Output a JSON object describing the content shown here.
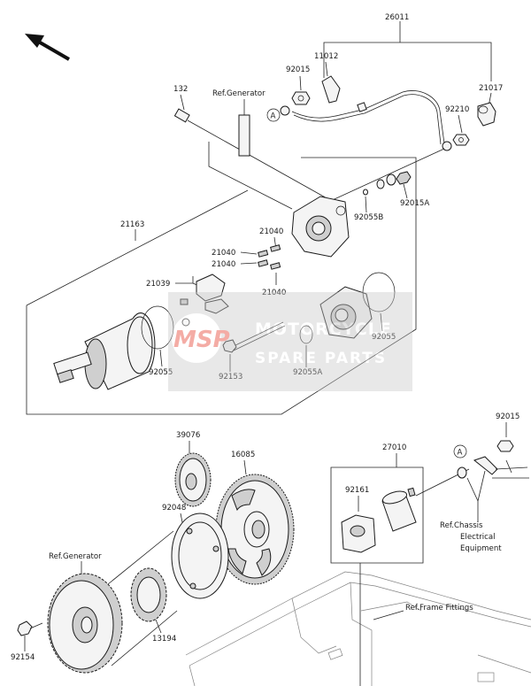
{
  "callouts": {
    "c26011": "26011",
    "c11012": "11012",
    "c92015_top": "92015",
    "c21017": "21017",
    "c132": "132",
    "ref_generator_top": "Ref.Generator",
    "c92210": "92210",
    "c92015A": "92015A",
    "c92055B": "92055B",
    "c21163": "21163",
    "c21040_a": "21040",
    "c21040_b": "21040",
    "c21040_c": "21040",
    "c21040_d": "21040",
    "c21039": "21039",
    "c92055_right": "92055",
    "c92055_left": "92055",
    "c92153": "92153",
    "c92055A": "92055A",
    "c39076": "39076",
    "c16085": "16085",
    "c92048": "92048",
    "ref_generator_bottom": "Ref.Generator",
    "c13194": "13194",
    "c92154": "92154",
    "c27010": "27010",
    "c92161": "92161",
    "c92015_right": "92015",
    "ref_chassis_1": "Ref.Chassis",
    "ref_chassis_2": "Electrical",
    "ref_chassis_3": "Equipment",
    "ref_frame": "Ref.Frame Fittings",
    "marker_a": "A"
  },
  "watermark": {
    "brand_left": "MSP",
    "line1": "MOTORCYCLE",
    "line2": "SPARE PARTS",
    "accent": "#e53b2c"
  },
  "icons": {
    "direction": "front-direction-arrow-icon"
  }
}
